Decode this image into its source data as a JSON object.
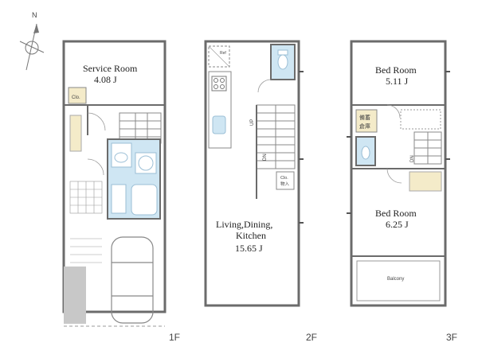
{
  "compass": {
    "north_label": "N"
  },
  "floors": [
    {
      "label": "1F",
      "rooms": [
        {
          "name": "Service Room",
          "area": "4.08 J"
        }
      ],
      "small_labels": {
        "closet": "Clo."
      }
    },
    {
      "label": "2F",
      "rooms": [
        {
          "name_lines": [
            "Living,Dining,",
            "Kitchen"
          ],
          "area": "15.65 J"
        }
      ],
      "small_labels": {
        "closet": "Clo.",
        "closet_jp": "物入",
        "ref": "Ref",
        "up": "UP",
        "dn": "DN"
      }
    },
    {
      "label": "3F",
      "rooms": [
        {
          "name": "Bed Room",
          "area": "5.11 J"
        },
        {
          "name": "Bed Room",
          "area": "6.25 J"
        }
      ],
      "small_labels": {
        "storage_jp_1": "備蓄",
        "storage_jp_2": "倉庫",
        "balcony": "Balcony",
        "dn": "DN"
      }
    }
  ],
  "colors": {
    "wall": "#6b6b6b",
    "wet_area": "#cfe6f3",
    "storage": "#f4ebc9",
    "fixture": "#9bbfd6"
  }
}
